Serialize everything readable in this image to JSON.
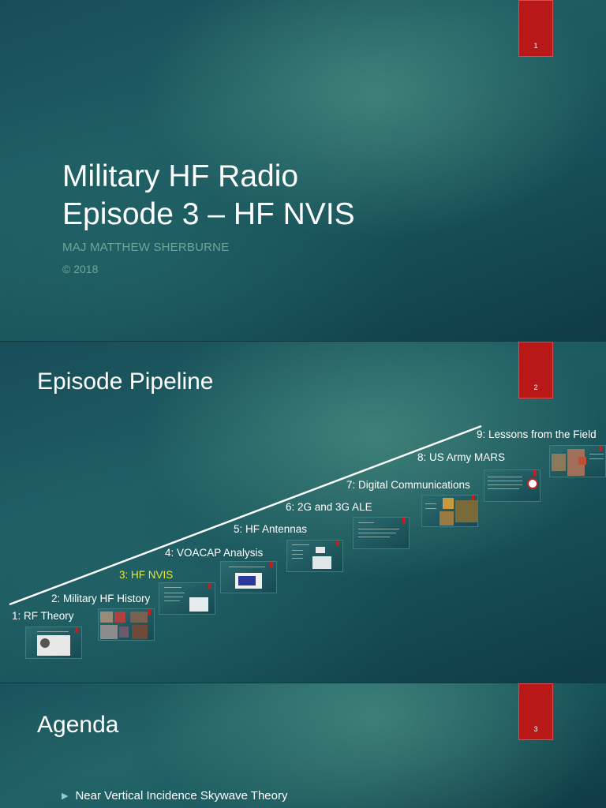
{
  "slides": [
    {
      "number": "1",
      "title_line1": "Military HF Radio",
      "title_line2": "Episode 3 – HF NVIS",
      "subtitle": "MAJ MATTHEW SHERBURNE",
      "copyright": "© 2018"
    },
    {
      "number": "2",
      "title": "Episode Pipeline",
      "episodes": [
        {
          "label": "1: RF Theory",
          "current": false
        },
        {
          "label": "2: Military HF History",
          "current": false
        },
        {
          "label": "3: HF NVIS",
          "current": true
        },
        {
          "label": "4: VOACAP Analysis",
          "current": false
        },
        {
          "label": "5: HF Antennas",
          "current": false
        },
        {
          "label": "6: 2G and 3G ALE",
          "current": false
        },
        {
          "label": "7: Digital Communications",
          "current": false
        },
        {
          "label": "8: US Army MARS",
          "current": false
        },
        {
          "label": "9: Lessons from the Field",
          "current": false
        }
      ]
    },
    {
      "number": "3",
      "title": "Agenda",
      "bullets": [
        "Near Vertical Incidence Skywave Theory"
      ]
    }
  ],
  "colors": {
    "background": "#1a535c",
    "page_tab": "#b81818",
    "subtitle": "#6fa59c",
    "current_episode": "#e9e63a",
    "bullet_arrow": "#8ccfc6"
  },
  "icons": {
    "bullet": "triangle-right-icon"
  }
}
